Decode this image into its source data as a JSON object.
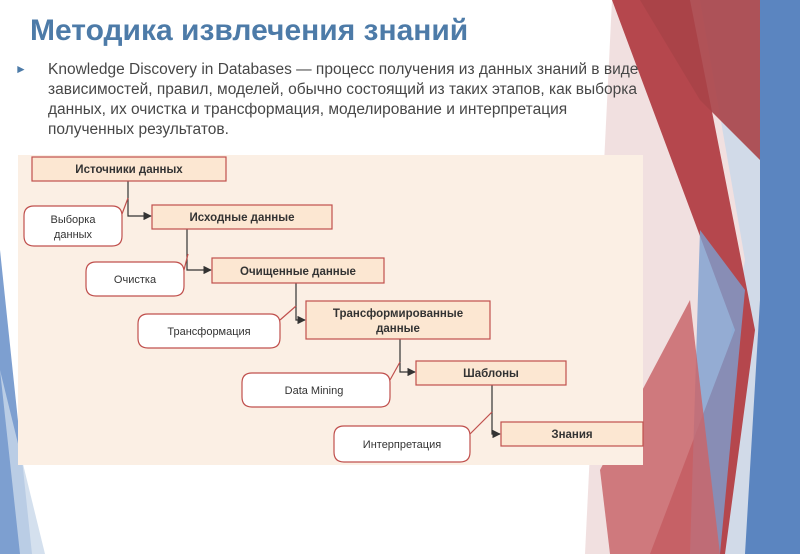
{
  "slide": {
    "title": "Методика извлечения знаний",
    "bullet_text": "Knowledge Discovery in Databases — процесс получения из данных знаний в виде зависимостей, правил, моделей, обычно состоящий из таких этапов, как выборка данных, их очистка и трансформация, моделирование и интерпретация полученных результатов."
  },
  "diagram": {
    "stages": [
      {
        "line1": "Источники данных",
        "line2": ""
      },
      {
        "line1": "Исходные данные",
        "line2": ""
      },
      {
        "line1": "Очищенные данные",
        "line2": ""
      },
      {
        "line1": "Трансформированные",
        "line2": "данные"
      },
      {
        "line1": "Шаблоны",
        "line2": ""
      },
      {
        "line1": "Знания",
        "line2": ""
      }
    ],
    "processes": [
      {
        "line1": "Выборка",
        "line2": "данных"
      },
      {
        "line1": "Очистка",
        "line2": ""
      },
      {
        "line1": "Трансформация",
        "line2": ""
      },
      {
        "line1": "Data Mining",
        "line2": ""
      },
      {
        "line1": "Интерпретация",
        "line2": ""
      }
    ]
  },
  "colors": {
    "title": "#4d7ba8",
    "text": "#474747",
    "panel": "#fbefe4",
    "box_fill": "#fce7d2",
    "box_stroke": "#c0504d",
    "arrow": "#333333",
    "deco_red": "#b5474d",
    "deco_blue": "#5b85c0"
  }
}
